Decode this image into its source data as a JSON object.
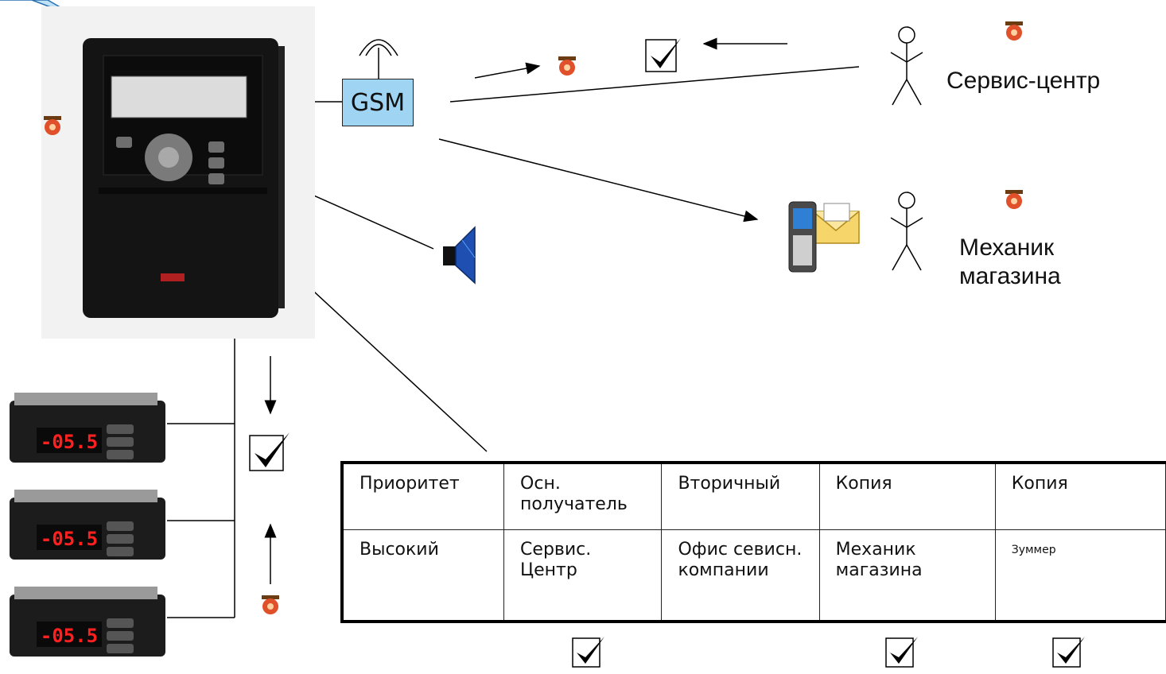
{
  "gsm": {
    "label": "GSM"
  },
  "service_center": {
    "label": "Сервис-центр"
  },
  "store_mechanic": {
    "label_line1": "Механик",
    "label_line2": "магазина"
  },
  "priority_table": {
    "headers": [
      "Приоритет",
      "Осн. получатель",
      "Вторичный",
      "Копия",
      "Копия"
    ],
    "row": [
      "Высокий",
      "Сервис. Центр",
      "Офис севисн. компании",
      "Механик магазина",
      "Зуммер"
    ]
  },
  "controllers": {
    "display": "-05.5"
  },
  "colors": {
    "gsm_fill": "#9fd4f2",
    "alarm_lamp": "#e0502a",
    "controller_digits": "#ff2020",
    "speaker": "#1f4fb0"
  },
  "icons": [
    "alarm-lamp-icon",
    "check-icon",
    "speaker-icon",
    "phone-envelope-icon",
    "person-icon",
    "antenna-icon"
  ]
}
